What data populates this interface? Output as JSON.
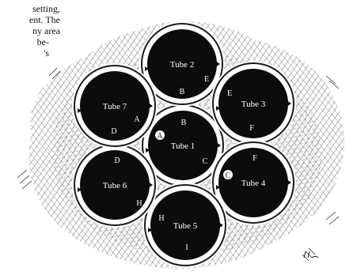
{
  "text_fragment": {
    "lines": [
      "setting,",
      "ent. The",
      "ny area",
      "be-",
      "'s"
    ]
  },
  "colors": {
    "tube_fill": "#0c0c0c",
    "tube_ring": "#1a1a1a",
    "tube_ring_inner": "#ffffff",
    "hatching": "#2a2a2a",
    "label_on_dark": "#ffffff",
    "label_on_light": "#111111"
  },
  "tubes": [
    {
      "id": "tube-1",
      "name": "Tube 1",
      "markers": [
        {
          "letter": "B",
          "on": "dark"
        },
        {
          "letter": "A",
          "on": "light"
        },
        {
          "letter": "C",
          "on": "dark"
        }
      ]
    },
    {
      "id": "tube-2",
      "name": "Tube 2",
      "markers": [
        {
          "letter": "B",
          "on": "dark"
        },
        {
          "letter": "E",
          "on": "dark"
        }
      ]
    },
    {
      "id": "tube-3",
      "name": "Tube 3",
      "markers": [
        {
          "letter": "E",
          "on": "dark"
        },
        {
          "letter": "F",
          "on": "dark"
        }
      ]
    },
    {
      "id": "tube-4",
      "name": "Tube 4",
      "markers": [
        {
          "letter": "C",
          "on": "light"
        },
        {
          "letter": "F",
          "on": "dark"
        }
      ]
    },
    {
      "id": "tube-5",
      "name": "Tube 5",
      "markers": [
        {
          "letter": "H",
          "on": "dark"
        },
        {
          "letter": "I",
          "on": "dark"
        }
      ]
    },
    {
      "id": "tube-6",
      "name": "Tube 6",
      "markers": [
        {
          "letter": "D",
          "on": "dark"
        },
        {
          "letter": "H",
          "on": "dark"
        }
      ]
    },
    {
      "id": "tube-7",
      "name": "Tube 7",
      "markers": [
        {
          "letter": "A",
          "on": "dark"
        },
        {
          "letter": "D",
          "on": "dark"
        }
      ]
    }
  ]
}
